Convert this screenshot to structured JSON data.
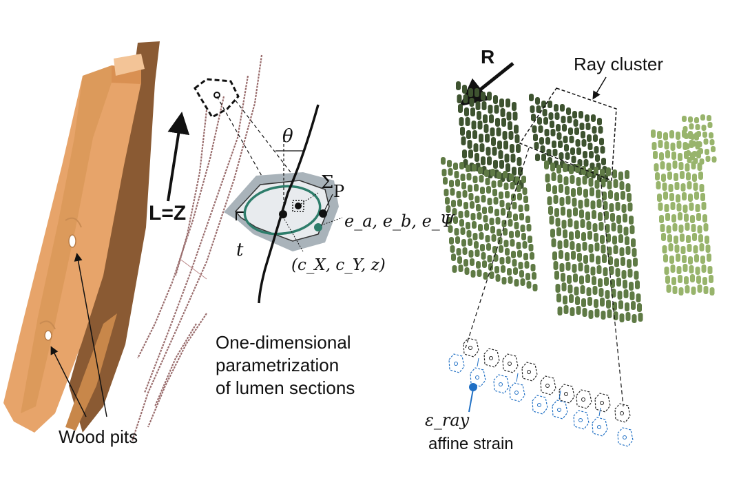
{
  "left_panel": {
    "axis_label": "L=Z",
    "pits_label": "Wood pits",
    "caption_lines": [
      "One-dimensional",
      "parametrization",
      "of lumen sections"
    ]
  },
  "section": {
    "theta": "θ",
    "sigma": "Σ",
    "p": "P",
    "t": "t",
    "e_labels": "e_a, e_b, e_Ψ",
    "center": "(c_X, c_Y, z)"
  },
  "right_panel": {
    "r_label": "R",
    "cluster_label": "Ray cluster",
    "strain_symbol": "ε_ray",
    "strain_label": "affine strain"
  },
  "colors": {
    "wood": "#e7a46a",
    "wood_dark": "#b97c46",
    "fiber": "#9a6d6d",
    "ray_dark": "#3e5330",
    "ray_mid": "#5f7a45",
    "ray_light": "#98b46c",
    "section_fill": "#a9b3ba",
    "lumen_fill": "#e8ebee",
    "ellipse": "#2e7d6b",
    "blue": "#1f6fc4"
  }
}
